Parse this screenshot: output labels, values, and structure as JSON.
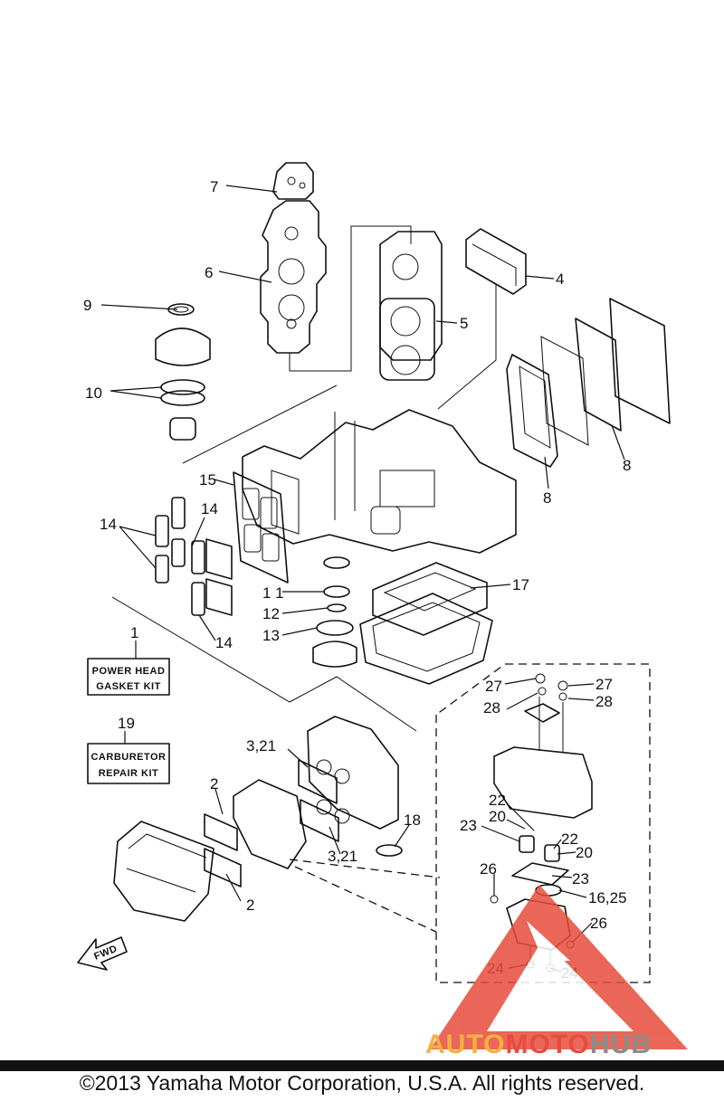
{
  "callouts": {
    "c7": "7",
    "c6": "6",
    "c9": "9",
    "c10": "10",
    "c5": "5",
    "c4": "4",
    "c8a": "8",
    "c8b": "8",
    "c15": "15",
    "c14a": "14",
    "c14b": "14",
    "c14c": "14",
    "c11": "1 1",
    "c12": "12",
    "c13": "13",
    "c17": "17",
    "c1": "1",
    "c19": "19",
    "c321a": "3,21",
    "c321b": "3,21",
    "c2a": "2",
    "c2b": "2",
    "c18": "18",
    "c27a": "27",
    "c27b": "27",
    "c28a": "28",
    "c28b": "28",
    "c22a": "22",
    "c22b": "22",
    "c20a": "20",
    "c20b": "20",
    "c23a": "23",
    "c23b": "23",
    "c26a": "26",
    "c26b": "26",
    "c1625": "16,25",
    "c24a": "24",
    "c24b": "24"
  },
  "kits": {
    "power_head_line1": "POWER HEAD",
    "power_head_line2": "GASKET KIT",
    "carburetor_line1": "CARBURETOR",
    "carburetor_line2": "REPAIR KIT"
  },
  "fwd_label": "FWD",
  "watermark": {
    "part1": "AUTO",
    "part2": "MOTO",
    "part3": "HUB"
  },
  "copyright": "©2013 Yamaha Motor Corporation, U.S.A. All rights reserved.",
  "colors": {
    "ink": "#111111",
    "watermark_orange": "#f5b041",
    "watermark_red": "#e74c3c",
    "watermark_gray": "#8c8c8c"
  }
}
